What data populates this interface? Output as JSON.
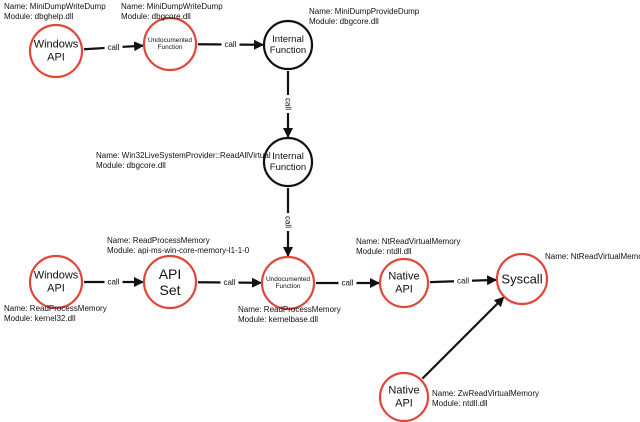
{
  "colors": {
    "red_node": "#e0463a",
    "black_node": "#111111",
    "edge": "#111111"
  },
  "nodes": [
    {
      "id": "n1",
      "lines": [
        "Windows",
        "API"
      ],
      "style": "red",
      "caption": [
        "Name: MiniDumpWriteDump",
        "Module: dbghelp.dll"
      ]
    },
    {
      "id": "n2",
      "lines": [
        "Undocumented",
        "Function"
      ],
      "style": "red",
      "caption": [
        "Name: MiniDumpWriteDump",
        "Module: dbgcore.dll"
      ]
    },
    {
      "id": "n3",
      "lines": [
        "Internal",
        "Function"
      ],
      "style": "black",
      "caption": [
        "Name: MiniDumpProvideDump",
        "Module: dbgcore.dll"
      ]
    },
    {
      "id": "n4",
      "lines": [
        "Internal",
        "Function"
      ],
      "style": "black",
      "caption": [
        "Name: Win32LiveSystemProvider::ReadAllVirtual",
        "Module: dbgcore.dll"
      ]
    },
    {
      "id": "n5",
      "lines": [
        "Windows",
        "API"
      ],
      "style": "red",
      "caption": [
        "Name: ReadProcessMemory",
        "Module: kernel32.dll"
      ]
    },
    {
      "id": "n6",
      "lines": [
        "API",
        "Set"
      ],
      "style": "red",
      "caption": [
        "Name: ReadProcessMemory",
        "Module: api-ms-win-core-memory-l1-1-0"
      ]
    },
    {
      "id": "n7",
      "lines": [
        "Undocumented",
        "Function"
      ],
      "style": "red",
      "caption": [
        "Name: ReadProcessMemory",
        "Module: kernelbase.dll"
      ]
    },
    {
      "id": "n8",
      "lines": [
        "Native",
        "API"
      ],
      "style": "red",
      "caption": [
        "Name: NtReadVirtualMemory",
        "Module: ntdll.dll"
      ]
    },
    {
      "id": "n9",
      "lines": [
        "Syscall"
      ],
      "style": "red",
      "caption": [
        "Name: NtReadVirtualMemory"
      ]
    },
    {
      "id": "n10",
      "lines": [
        "Native",
        "API"
      ],
      "style": "red",
      "caption": [
        "Name: ZwReadVirtualMemory",
        "Module: ntdll.dll"
      ]
    }
  ],
  "edges": [
    {
      "from": "n1",
      "to": "n2",
      "label": "call"
    },
    {
      "from": "n2",
      "to": "n3",
      "label": "call"
    },
    {
      "from": "n3",
      "to": "n4",
      "label": "call"
    },
    {
      "from": "n4",
      "to": "n7",
      "label": "call"
    },
    {
      "from": "n5",
      "to": "n6",
      "label": "call"
    },
    {
      "from": "n6",
      "to": "n7",
      "label": "call"
    },
    {
      "from": "n7",
      "to": "n8",
      "label": "call"
    },
    {
      "from": "n8",
      "to": "n9",
      "label": "call"
    },
    {
      "from": "n10",
      "to": "n9",
      "label": ""
    }
  ]
}
